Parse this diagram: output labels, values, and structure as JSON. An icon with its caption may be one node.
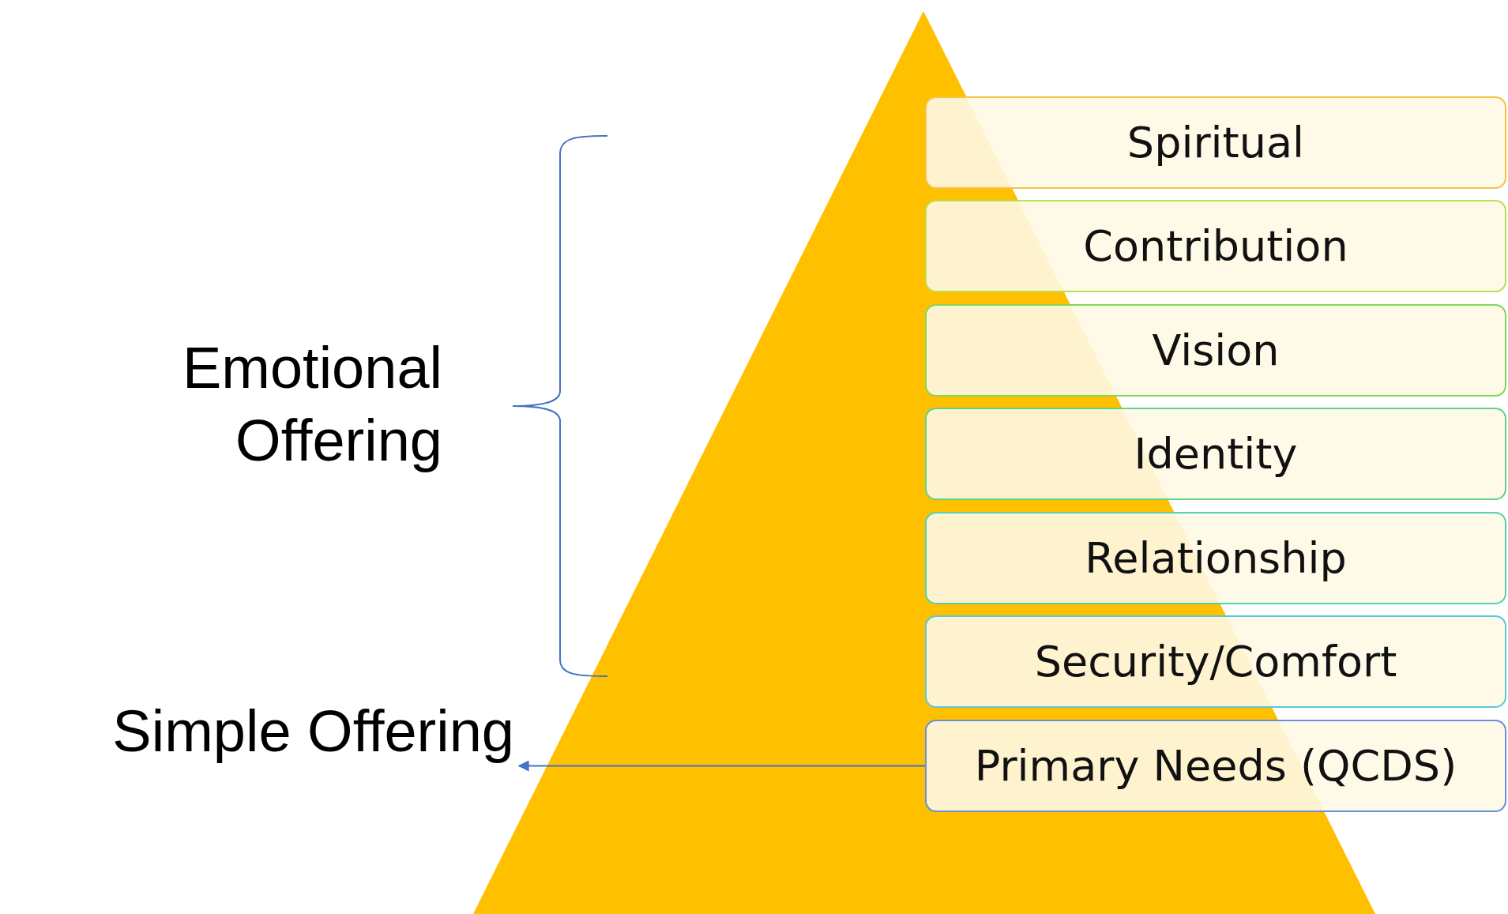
{
  "diagram": {
    "nodes": [
      {
        "text": [
          "Spiritual"
        ]
      },
      {
        "text": [
          "Contribution"
        ]
      },
      {
        "text": [
          "Vision"
        ]
      },
      {
        "text": [
          "Identity"
        ]
      },
      {
        "text": [
          "Relationship"
        ]
      },
      {
        "text": [
          "Security/Comfort"
        ]
      },
      {
        "text": [
          "Primary Needs (QCDS)"
        ]
      },
      {
        "text": [
          "Simple Offering"
        ]
      }
    ],
    "edges": [
      {
        "from": 6,
        "to": 7,
        "arrow": "to"
      }
    ],
    "labels": [
      "Emotional Offering"
    ]
  }
}
